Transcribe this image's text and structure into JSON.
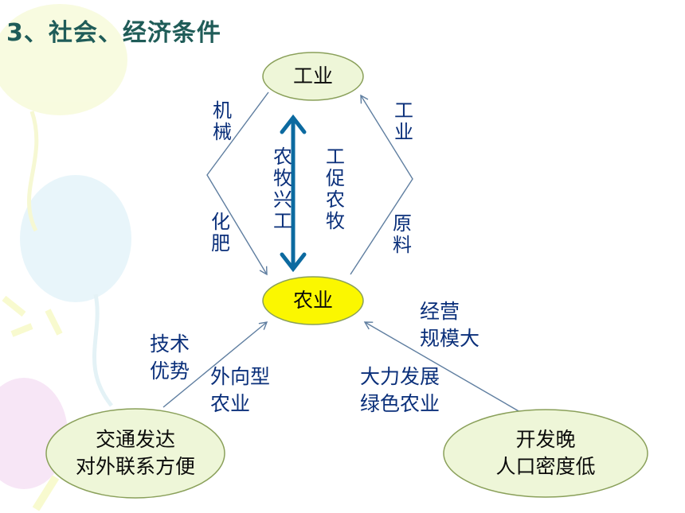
{
  "title": "3、社会、经济条件",
  "nodes": {
    "industry": "工业",
    "agriculture": "农业",
    "left_base": [
      "交通发达",
      "对外联系方便"
    ],
    "right_base": [
      "开发晚",
      "人口密度低"
    ]
  },
  "edges": {
    "machinery": "机械",
    "fertilizer": "化肥",
    "industry_top": "工业",
    "raw_material": "原料",
    "agri_boost_industry": "农牧兴工",
    "industry_boost_agri": "工促农牧",
    "tech_advantage": [
      "技术",
      "优势"
    ],
    "export_oriented": [
      "外向型",
      "农业"
    ],
    "scale_large": [
      "经营",
      "规模大"
    ],
    "green_agri": [
      "大力发展",
      "绿色农业"
    ]
  },
  "colors": {
    "node_fill": "#eef6d8",
    "agri_fill": "#fbf700",
    "node_stroke": "#8aa05a",
    "arrow": "#0c6aa0",
    "line": "#5f7ea0",
    "text": "#0a2f7a"
  }
}
